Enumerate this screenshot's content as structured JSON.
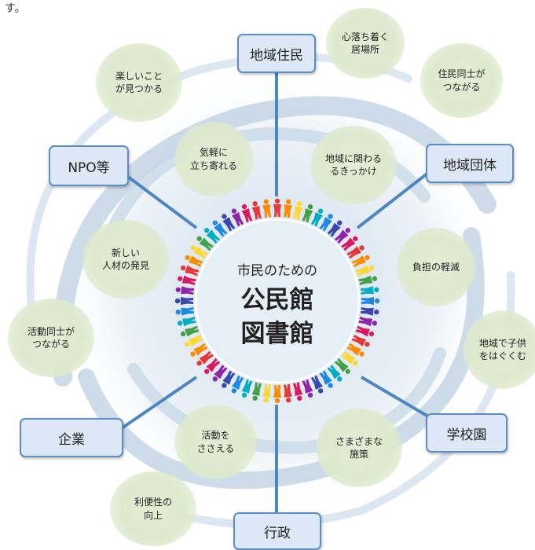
{
  "top_fragment": "す。",
  "center": {
    "subtitle": "市民のための",
    "line1": "公民館",
    "line2": "図書館"
  },
  "stakeholders": {
    "residents": "地域住民",
    "groups": "地域団体",
    "npo": "NPO等",
    "school": "学校園",
    "business": "企業",
    "government": "行政"
  },
  "bubbles": {
    "calm_place": "心落ち着く\n居場所",
    "residents_connect": "住民同士が\nつながる",
    "find_fun": "楽しいこと\nが見つかる",
    "easy_dropin": "気軽に\n立ち寄れる",
    "community_involve": "地域に関わる\nるきっかけ",
    "reduce_burden": "負担の軽減",
    "new_talent": "新しい\n人材の発見",
    "activities_connect": "活動同士が\nつながる",
    "raise_children": "地域で子供\nをはぐくむ",
    "support_activities": "活動を\nささえる",
    "various_measures": "さまざまな\n施策",
    "convenience": "利便性の\n向上"
  },
  "colors": {
    "box_fill": "#dce8f6",
    "box_border": "#5b8ec6",
    "connector": "#4f86c2",
    "swirl": "#b9cde0",
    "bubble": "#dde9cc",
    "center_fill": "#e6eef6"
  }
}
